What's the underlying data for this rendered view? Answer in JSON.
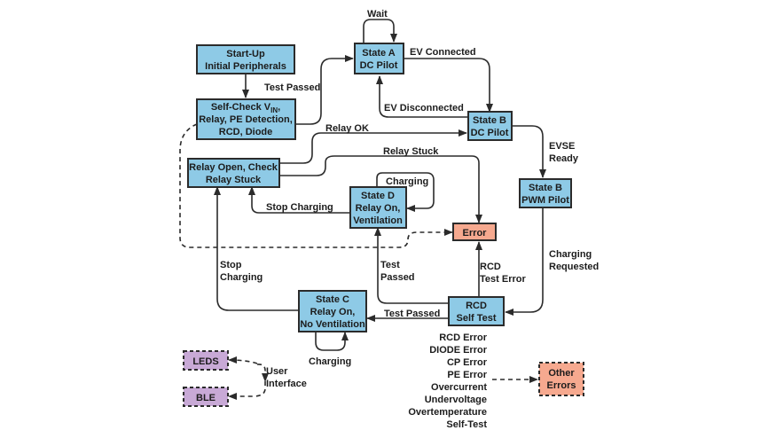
{
  "diagram": {
    "states": {
      "startup": [
        "Start-Up",
        "Initial Peripherals"
      ],
      "selfcheck": [
        "Self-Check V",
        "IN",
        ",",
        "Relay, PE Detection,",
        "RCD, Diode"
      ],
      "state_a": [
        "State A",
        "DC Pilot"
      ],
      "state_b_dc": [
        "State B",
        "DC Pilot"
      ],
      "state_b_pwm": [
        "State B",
        "PWM Pilot"
      ],
      "relay_open": [
        "Relay Open, Check",
        "Relay Stuck"
      ],
      "state_d": [
        "State D",
        "Relay On,",
        "Ventilation"
      ],
      "error": [
        "Error"
      ],
      "rcd": [
        "RCD",
        "Self Test"
      ],
      "state_c": [
        "State C",
        "Relay On,",
        "No Ventilation"
      ],
      "leds": [
        "LEDS"
      ],
      "ble": [
        "BLE"
      ],
      "other_errors": [
        "Other",
        "Errors"
      ]
    },
    "transitions": {
      "wait": "Wait",
      "test_passed_top": "Test Passed",
      "ev_connected": "EV Connected",
      "ev_disconnected": "EV Disconnected",
      "relay_ok": "Relay OK",
      "relay_stuck": "Relay Stuck",
      "evse_ready": [
        "EVSE",
        "Ready"
      ],
      "charging_d": "Charging",
      "stop_charging_d": "Stop Charging",
      "stop_charging_c": [
        "Stop",
        "Charging"
      ],
      "test_passed_d": [
        "Test",
        "Passed"
      ],
      "rcd_test_error": [
        "RCD",
        "Test Error"
      ],
      "charging_requested": [
        "Charging",
        "Requested"
      ],
      "test_passed_c": "Test Passed",
      "charging_c": "Charging",
      "user_interface": [
        "User",
        "Interface"
      ]
    },
    "error_list": [
      "RCD Error",
      "DIODE Error",
      "CP Error",
      "PE Error",
      "Overcurrent",
      "Undervoltage",
      "Overtemperature",
      "Self-Test"
    ]
  }
}
